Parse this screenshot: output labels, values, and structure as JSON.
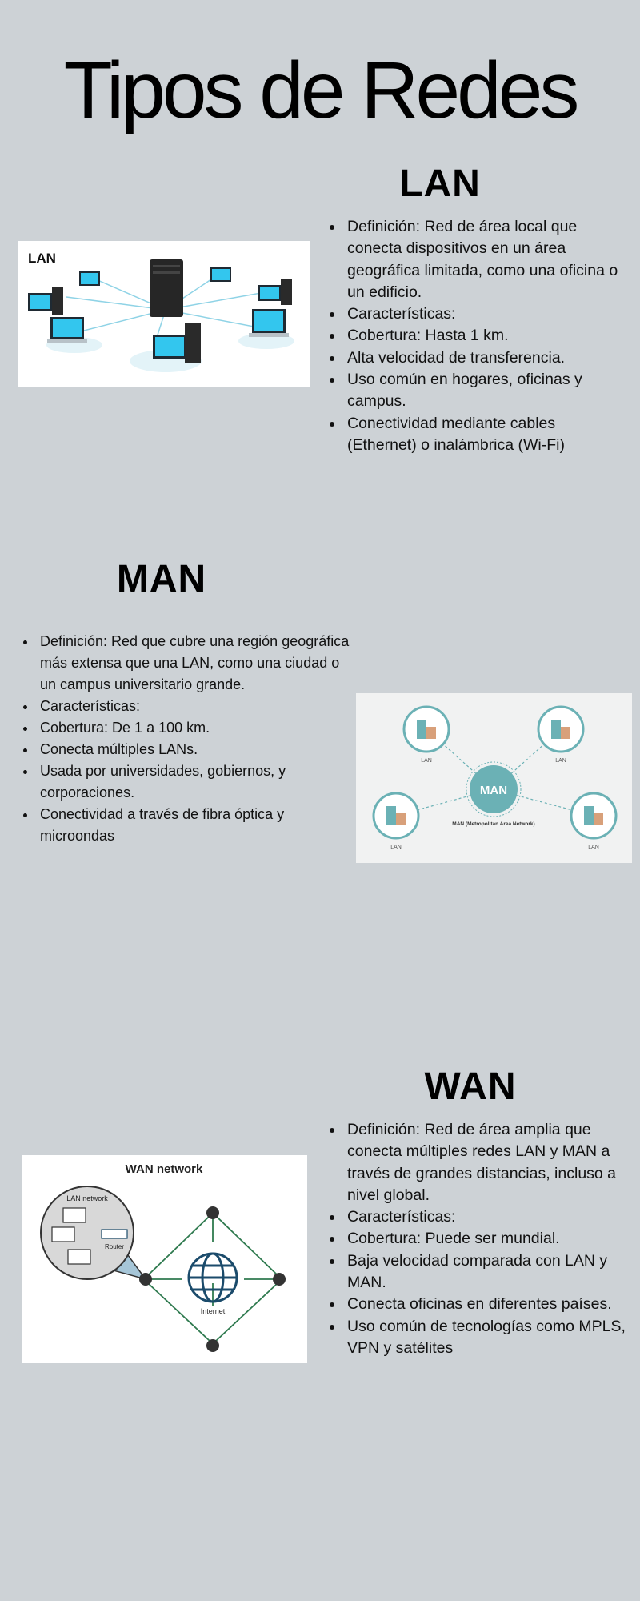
{
  "title": "Tipos de Redes",
  "lan": {
    "heading": "LAN",
    "image_label": "LAN",
    "bullets": [
      "Definición: Red de área local que conecta dispositivos en un área geográfica limitada, como una oficina o un edificio.",
      "Características:",
      "Cobertura: Hasta 1 km.",
      "Alta velocidad de transferencia.",
      "Uso común en hogares, oficinas y campus.",
      "Conectividad mediante cables (Ethernet) o inalámbrica (Wi-Fi)"
    ]
  },
  "man": {
    "heading": "MAN",
    "image": {
      "center_label": "MAN",
      "caption": "MAN (Metropolitan Area Network)",
      "node_label": "LAN"
    },
    "bullets": [
      "Definición: Red que cubre una región geográfica más extensa que una LAN, como una ciudad o un campus universitario grande.",
      "Características:",
      "Cobertura: De 1 a 100 km.",
      "Conecta múltiples LANs.",
      "Usada por universidades, gobiernos, y corporaciones.",
      "Conectividad a través de fibra óptica y microondas"
    ]
  },
  "wan": {
    "heading": "WAN",
    "image": {
      "title": "WAN network",
      "lan_label": "LAN network",
      "router_label": "Router",
      "internet_label": "Internet"
    },
    "bullets": [
      "Definición: Red de área amplia que conecta múltiples redes LAN y MAN a través de grandes distancias, incluso a nivel global.",
      "Características:",
      "Cobertura: Puede ser mundial.",
      "Baja velocidad comparada con LAN y MAN.",
      "Conecta oficinas en diferentes países.",
      "Uso común de tecnologías como MPLS, VPN y satélites"
    ]
  },
  "colors": {
    "background": "#cdd2d6",
    "screen": "#33c6ee",
    "man_teal": "#6bb1b5",
    "wan_green": "#2f7a4f",
    "wan_navy": "#1b4b6b"
  }
}
